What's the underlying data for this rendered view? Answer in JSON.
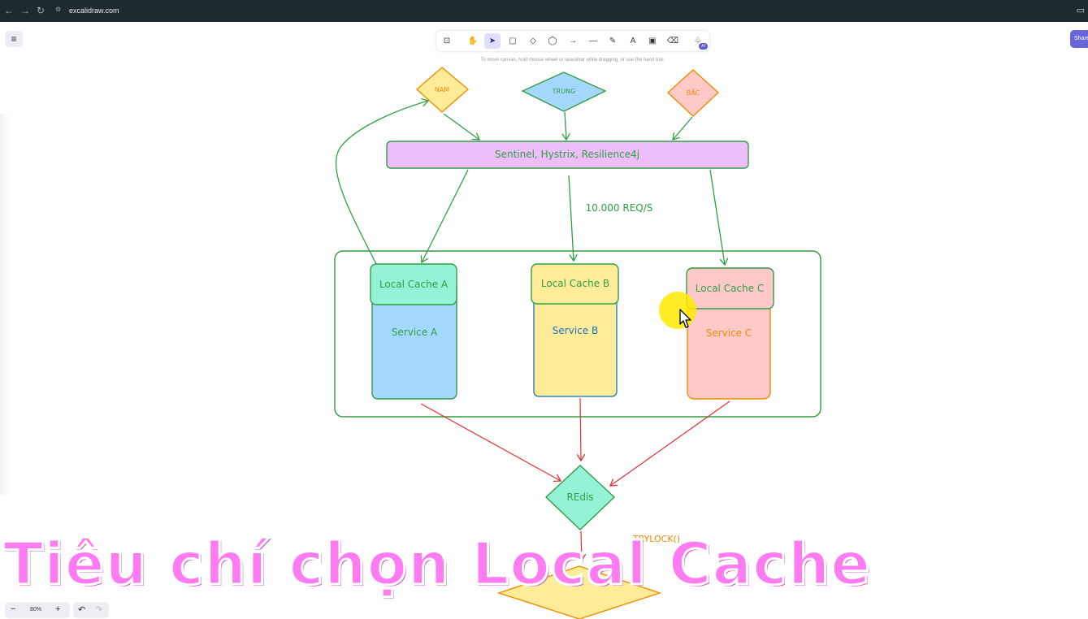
{
  "browser": {
    "url": "excalidraw.com",
    "site_icon": "site-settings-icon"
  },
  "toolbar": {
    "tools": [
      {
        "name": "lock-icon",
        "glyph": "🔓",
        "key": ""
      },
      {
        "name": "hand-icon",
        "glyph": "✋",
        "key": ""
      },
      {
        "name": "selection-icon",
        "glyph": "➤",
        "key": "1"
      },
      {
        "name": "rectangle-icon",
        "glyph": "▢",
        "key": "2"
      },
      {
        "name": "diamond-icon",
        "glyph": "◇",
        "key": "3"
      },
      {
        "name": "ellipse-icon",
        "glyph": "◯",
        "key": "4"
      },
      {
        "name": "arrow-icon",
        "glyph": "→",
        "key": "5"
      },
      {
        "name": "line-icon",
        "glyph": "—",
        "key": "6"
      },
      {
        "name": "pencil-icon",
        "glyph": "✎",
        "key": "7"
      },
      {
        "name": "text-icon",
        "glyph": "A",
        "key": "8"
      },
      {
        "name": "image-icon",
        "glyph": "▣",
        "key": "9"
      },
      {
        "name": "eraser-icon",
        "glyph": "⌫",
        "key": "0"
      },
      {
        "name": "more-tools-icon",
        "glyph": "♧",
        "key": ""
      }
    ],
    "badge": "AI",
    "hint": "To move canvas, hold mouse wheel or spacebar while dragging, or use the hand tool"
  },
  "share_label": "Share",
  "zoom": {
    "minus": "−",
    "value": "80%",
    "plus": "+"
  },
  "history": {
    "undo": "↶",
    "redo": "↷"
  },
  "diagram": {
    "nodes": {
      "nam": "NAM",
      "trung": "TRUNG",
      "bac": "BẮC",
      "gateway": "Sentinel, Hystrix, Resilience4j",
      "rate": "10.000 REQ/S",
      "cache_a": "Local Cache A",
      "service_a": "Service A",
      "cache_b": "Local Cache B",
      "service_b": "Service B",
      "cache_c": "Local Cache C",
      "service_c": "Service C",
      "redis": "REdis",
      "trylock": "TRYLOCK()"
    },
    "colors": {
      "green_stroke": "#2f9e44",
      "red_stroke": "#e03131",
      "orange": "#f08c00",
      "purple_fill": "#eebefa",
      "blue_fill": "#a5d8ff",
      "yellow_fill": "#ffec99",
      "pink_fill": "#ffc9c9",
      "teal_fill": "#96f2d7"
    }
  },
  "overlay_title": "Tiêu chí chọn Local Cache"
}
